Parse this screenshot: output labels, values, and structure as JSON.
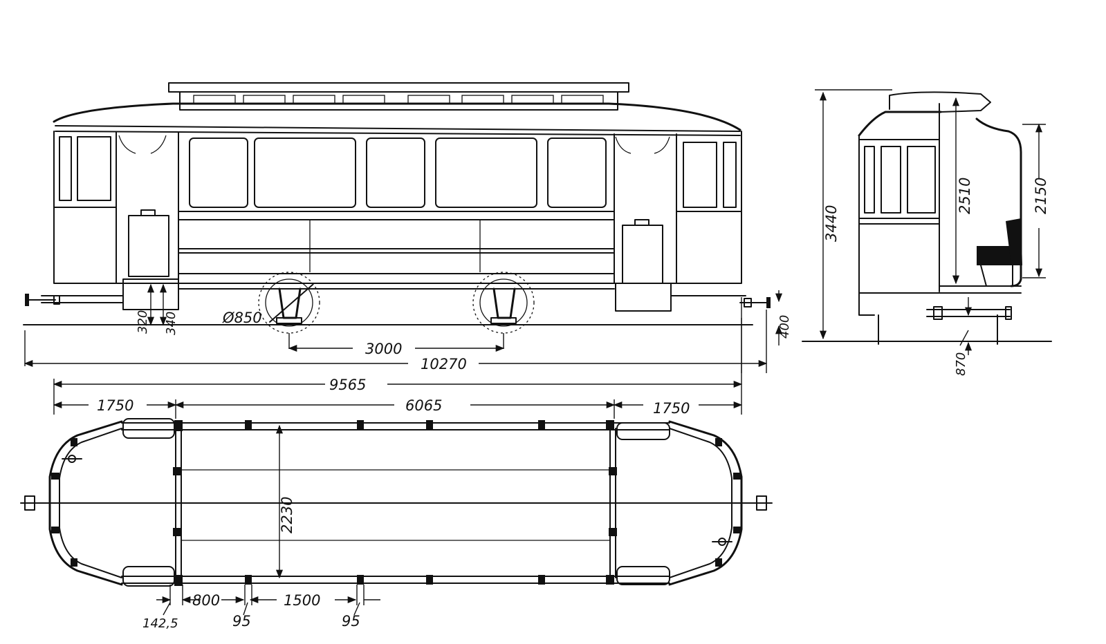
{
  "side_view": {
    "wheel_diameter": "Ø850",
    "wheelbase": "3000",
    "length_over_buffers": "10270",
    "step_height_1": "320",
    "step_height_2": "340",
    "buffer_height": "400"
  },
  "end_view": {
    "total_height": "3440",
    "interior_height": "2510",
    "pole_height": "2150",
    "floor_height": "870"
  },
  "plan_view": {
    "body_length": "9565",
    "platform_left": "1750",
    "saloon_length": "6065",
    "platform_right": "1750",
    "body_width": "2230",
    "post_offset": "142,5",
    "window_pitch_1": "800",
    "post_width_1": "95",
    "window_pitch_2": "1500",
    "post_width_2": "95"
  }
}
